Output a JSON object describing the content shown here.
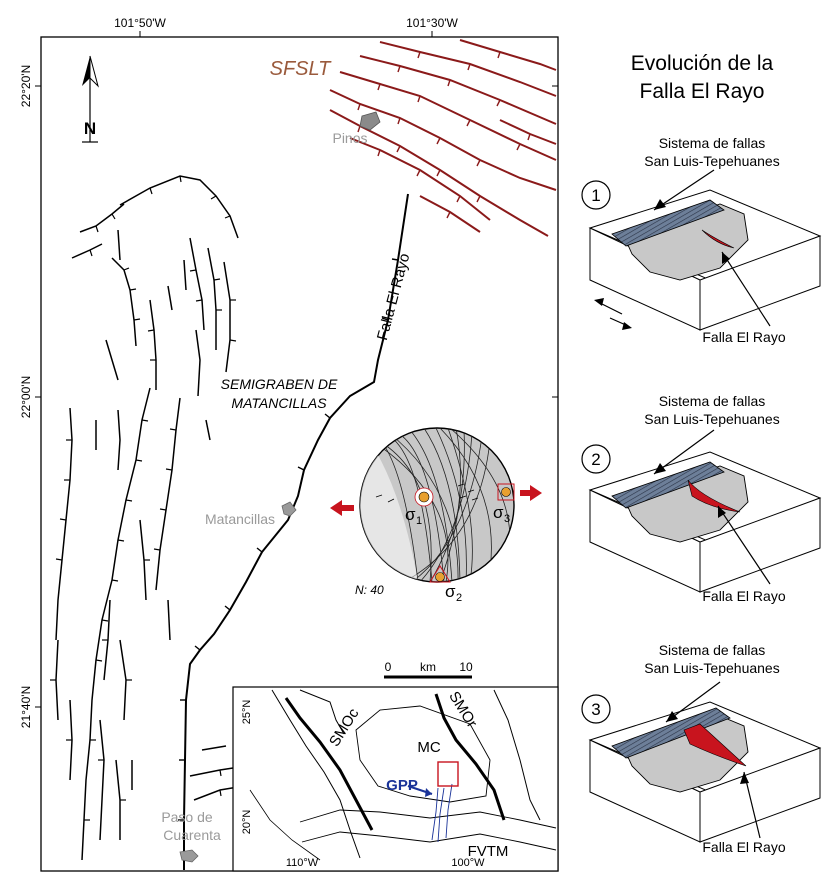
{
  "map": {
    "coord_top": [
      "101°50'W",
      "101°30'W"
    ],
    "coord_left": [
      "22°20'N",
      "22°00'N",
      "21°40'N"
    ],
    "north_label": "N",
    "sfslt_label": "SFSLT",
    "pinos_label": "Pinos",
    "falla_label": "Falla El Rayo",
    "semigraben_line1": "SEMIGRABEN DE",
    "semigraben_line2": "MATANCILLAS",
    "matancillas_label": "Matancillas",
    "paso_line1": "Paso de",
    "paso_line2": "Cuarenta",
    "stereonet": {
      "sigma1": "σ",
      "sigma1_sub": "1",
      "sigma2": "σ",
      "sigma2_sub": "2",
      "sigma3": "σ",
      "sigma3_sub": "3",
      "n_label": "N: 40"
    },
    "scalebar": {
      "zero": "0",
      "unit": "km",
      "max": "10"
    },
    "inset": {
      "smoc": "SMOc",
      "smor": "SMOr",
      "mc": "MC",
      "gpp": "GPP",
      "fvtm": "FVTM",
      "lat_25": "25°N",
      "lat_20": "20°N",
      "lon_110": "110°W",
      "lon_100": "100°W"
    }
  },
  "evolution": {
    "title_line1": "Evolución de la",
    "title_line2": "Falla El Rayo",
    "stages": [
      {
        "number": "1",
        "sistema_line1": "Sistema de fallas",
        "sistema_line2": "San Luis-Tepehuanes",
        "falla": "Falla El Rayo"
      },
      {
        "number": "2",
        "sistema_line1": "Sistema de fallas",
        "sistema_line2": "San Luis-Tepehuanes",
        "falla": "Falla El Rayo"
      },
      {
        "number": "3",
        "sistema_line1": "Sistema de fallas",
        "sistema_line2": "San Luis-Tepehuanes",
        "falla": "Falla El Rayo"
      }
    ]
  },
  "colors": {
    "sfslt_faults": "#8b1a1a",
    "sfslt_label": "#9a5a3c",
    "town_gray": "#9a9a9a",
    "gpp_blue": "#1a3399",
    "stereonet_fill": "#c8c8c8",
    "fault_red": "#c8141e",
    "block_gray": "#c8c8c8",
    "stripe_blue": "#6d7f99",
    "sigma_orange": "#e8a030"
  }
}
